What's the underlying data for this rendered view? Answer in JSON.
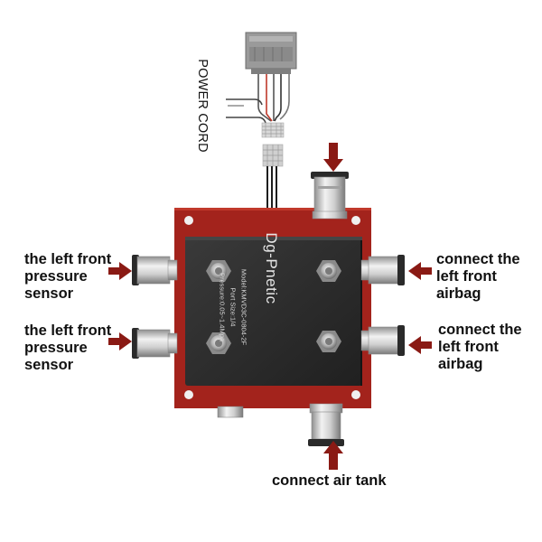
{
  "labels": {
    "power_cord": "POWER CORD",
    "left_pressure_top": [
      "the left front",
      "pressure",
      "sensor"
    ],
    "left_pressure_bottom": [
      "the left front",
      "pressure",
      "sensor"
    ],
    "right_airbag_top": [
      "connect the",
      "left front",
      "airbag"
    ],
    "right_airbag_bottom": [
      "connect the",
      "left front",
      "airbag"
    ],
    "air_tank": "connect air tank"
  },
  "device": {
    "brand": "Dg-Pnetic",
    "model": "Model:KMVD3C-0804-2F",
    "port_size": "Port Size:1/4",
    "pressure": "Pressure:0.05~1.4Mpa"
  },
  "colors": {
    "plate_red": "#a3231c",
    "body_black": "#2a2a2a",
    "arrow_red": "#8a1a14",
    "fitting_silver": "#c9c9c9",
    "wire_red": "#c0392b"
  }
}
